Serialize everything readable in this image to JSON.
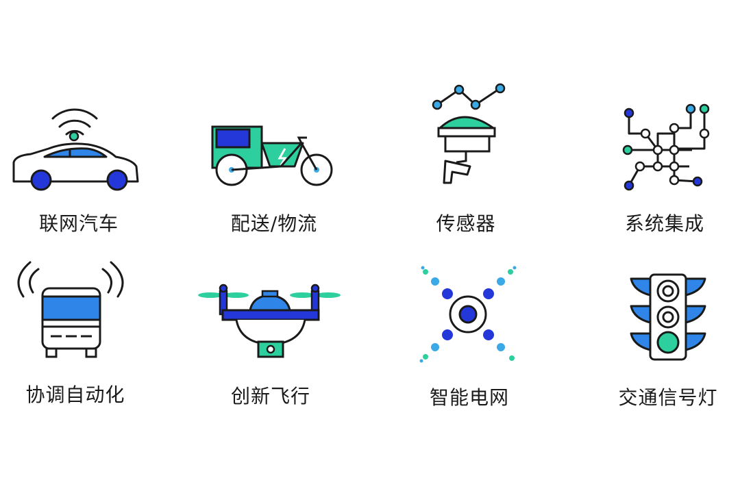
{
  "colors": {
    "outline": "#1a1a1a",
    "blue": "#2f86e8",
    "navy": "#2437d8",
    "teal": "#2dcf9f",
    "sky": "#3ba9e6"
  },
  "items": [
    {
      "label": "联网汽车",
      "icon": "connected-car-icon"
    },
    {
      "label": "配送/物流",
      "icon": "delivery-tricycle-icon"
    },
    {
      "label": "传感器",
      "icon": "sensor-camera-icon"
    },
    {
      "label": "系统集成",
      "icon": "circuit-network-icon"
    },
    {
      "label": "协调自动化",
      "icon": "bus-icon"
    },
    {
      "label": "创新飞行",
      "icon": "drone-icon"
    },
    {
      "label": "智能电网",
      "icon": "smart-grid-icon"
    },
    {
      "label": "交通信号灯",
      "icon": "traffic-light-icon"
    }
  ]
}
